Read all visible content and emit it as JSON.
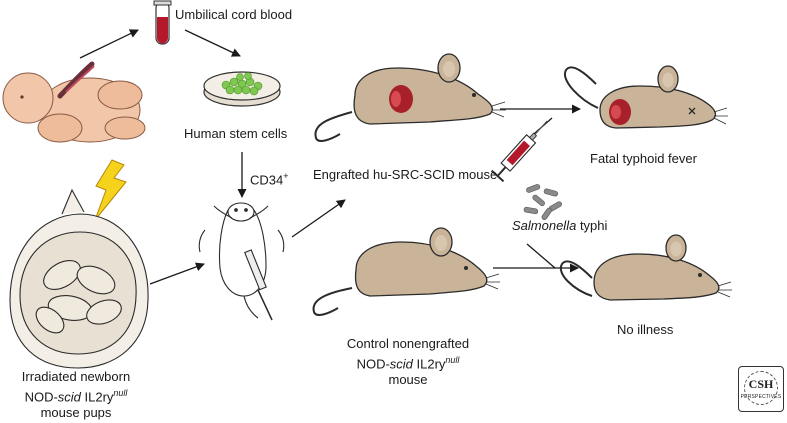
{
  "labels": {
    "cord_blood": "Umbilical cord blood",
    "stem_cells": "Human stem cells",
    "cd34": "CD34",
    "cd34_sup": "+",
    "engrafted": "Engrafted hu-SRC-SCID mouse",
    "fatal": "Fatal typhoid fever",
    "salmonella_italic": "Salmonella",
    "salmonella_rest": " typhi",
    "no_illness": "No illness",
    "control_line1": "Control nonengrafted",
    "control_nod": "NOD-",
    "control_scid": "scid",
    "control_il": " IL2ry",
    "control_null": "null",
    "control_line3": "mouse",
    "pups_line1": "Irradiated newborn",
    "pups_nod": "NOD-",
    "pups_scid": "scid",
    "pups_il": " IL2ry",
    "pups_null": "null",
    "pups_line3": "mouse pups"
  },
  "logo": {
    "line1": "CSH",
    "line2": "PERSPECTIVES"
  },
  "colors": {
    "mouse_body": "#c9b49a",
    "mouse_outline": "#2b2b2b",
    "spleen": "#a8202a",
    "skin": "#f2c6a8",
    "blood": "#b3182b",
    "lightning": "#f5d21c",
    "cells": "#7ec850",
    "bacteria": "#8a8a8a"
  },
  "icons": [
    "baby-icon",
    "test-tube-icon",
    "petri-dish-icon",
    "lightning-icon",
    "mouse-pups-icon",
    "injection-icon",
    "mouse-icon",
    "syringe-icon",
    "bacteria-icon",
    "csh-logo"
  ]
}
